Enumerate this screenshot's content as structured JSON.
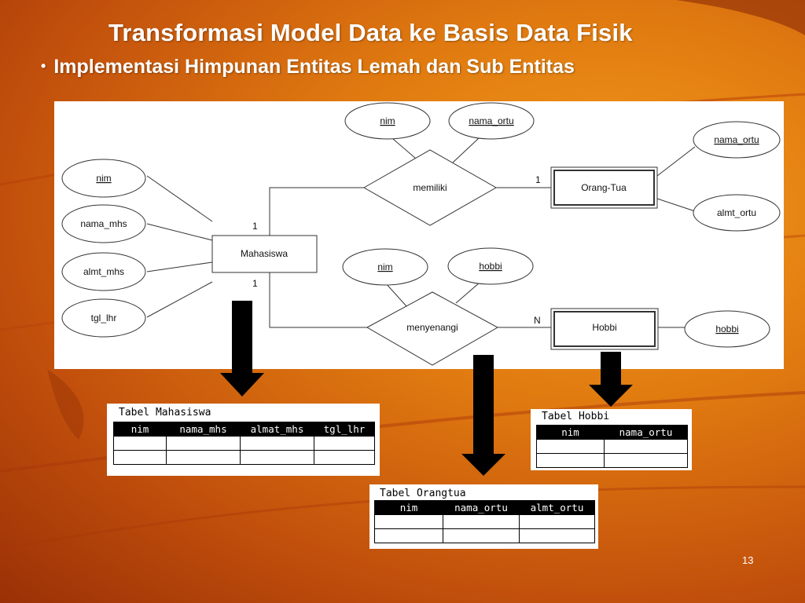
{
  "slide": {
    "title": "Transformasi Model Data ke Basis Data Fisik",
    "bullet": "Implementasi Himpunan Entitas Lemah dan Sub Entitas",
    "page_number": "13"
  },
  "er": {
    "entities": {
      "mahasiswa": "Mahasiswa",
      "orang_tua": "Orang-Tua",
      "hobbi": "Hobbi"
    },
    "relationships": {
      "memiliki": "memiliki",
      "menyenangi": "menyenangi"
    },
    "attributes": {
      "mhs_nim": "nim",
      "mhs_nama": "nama_mhs",
      "mhs_almt": "almt_mhs",
      "mhs_tgl": "tgl_lhr",
      "mem_nim": "nim",
      "mem_nama_ortu": "nama_ortu",
      "ot_nama_ortu": "nama_ortu",
      "ot_almt_ortu": "almt_ortu",
      "men_nim": "nim",
      "men_hobbi": "hobbi",
      "hb_hobbi": "hobbi"
    },
    "cardinalities": {
      "mhs_memiliki": "1",
      "memiliki_ortu": "1",
      "mhs_menyenangi": "1",
      "menyenangi_hobbi": "N"
    }
  },
  "tables": {
    "mahasiswa": {
      "title": "Tabel Mahasiswa",
      "columns": [
        "nim",
        "nama_mhs",
        "almat_mhs",
        "tgl_lhr"
      ]
    },
    "hobbi": {
      "title": "Tabel  Hobbi",
      "columns": [
        "nim",
        "nama_ortu"
      ]
    },
    "orangtua": {
      "title": "Tabel  Orangtua",
      "columns": [
        "nim",
        "nama_ortu",
        "almt_ortu"
      ]
    }
  }
}
